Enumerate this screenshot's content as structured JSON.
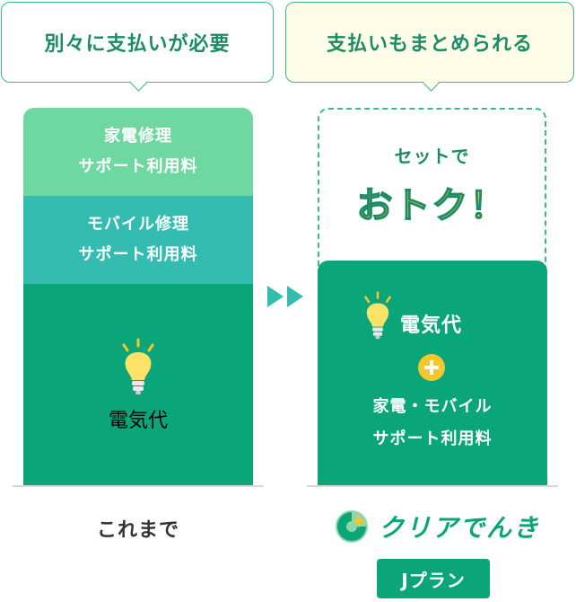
{
  "bubbles": {
    "left": "別々に支払いが必要",
    "right": "支払いもまとめられる"
  },
  "left_stack": {
    "seg1_line1": "家電修理",
    "seg1_line2": "サポート利用料",
    "seg2_line1": "モバイル修理",
    "seg2_line2": "サポート利用料",
    "seg3": "電気代",
    "caption": "これまで"
  },
  "right_stack": {
    "set_text": "セットで",
    "otoku": "おトク！",
    "elec": "電気代",
    "line1": "家電・モバイル",
    "line2": "サポート利用料"
  },
  "brand": {
    "name": "クリアでんき",
    "plan": "Jプラン"
  },
  "colors": {
    "green_dark": "#0aa67a",
    "green_light": "#6fd7a0",
    "teal": "#35bcb0",
    "yellow": "#f5c72a"
  }
}
